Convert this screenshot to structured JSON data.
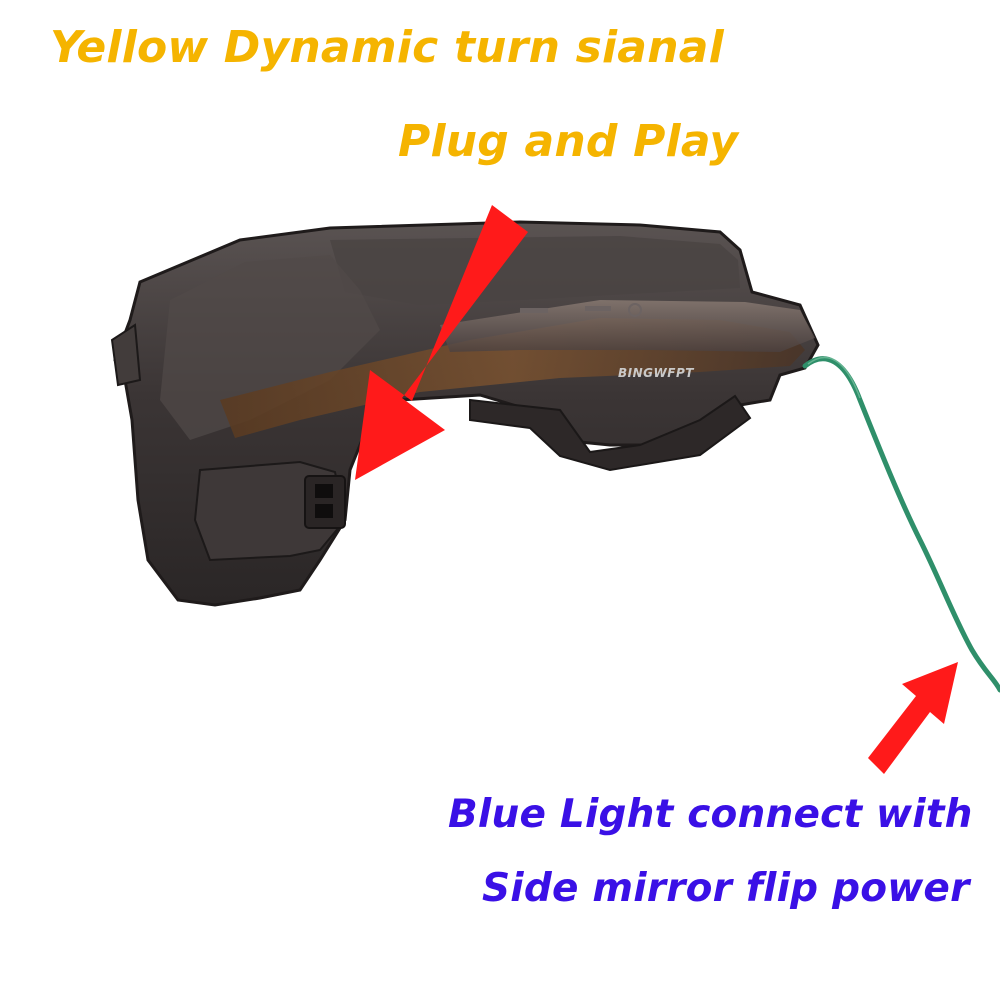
{
  "captions": {
    "title_line_1": "Yellow Dynamic turn sianal",
    "title_line_2": "Plug and Play",
    "note_line_1": "Blue Light connect with",
    "note_line_2": "Side mirror flip power"
  },
  "watermark": "BINGWFPT",
  "colors": {
    "title": "#f5b400",
    "note": "#3a10e6",
    "arrow": "#ff1a1a",
    "housing": "#3a3434",
    "wire": "#2f8f6a"
  }
}
